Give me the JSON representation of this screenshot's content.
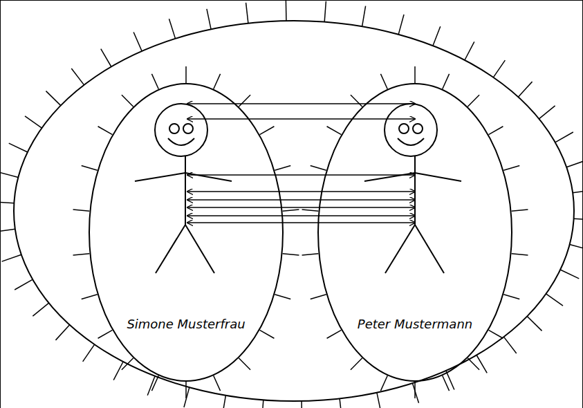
{
  "diagram": {
    "nodes": [
      {
        "text": [
          "Simone Musterfrau"
        ]
      },
      {
        "text": [
          "Peter Mustermann"
        ]
      }
    ],
    "edges": [
      {
        "from": 0,
        "to": 1,
        "arrow": "both"
      },
      {
        "from": 0,
        "to": 1,
        "arrow": "both"
      },
      {
        "from": 0,
        "to": 1,
        "arrow": "both"
      },
      {
        "from": 0,
        "to": 1,
        "arrow": "both"
      },
      {
        "from": 0,
        "to": 1,
        "arrow": "both"
      },
      {
        "from": 0,
        "to": 1,
        "arrow": "both"
      },
      {
        "from": 0,
        "to": 1,
        "arrow": "both"
      },
      {
        "from": 0,
        "to": 1,
        "arrow": "both"
      }
    ]
  }
}
